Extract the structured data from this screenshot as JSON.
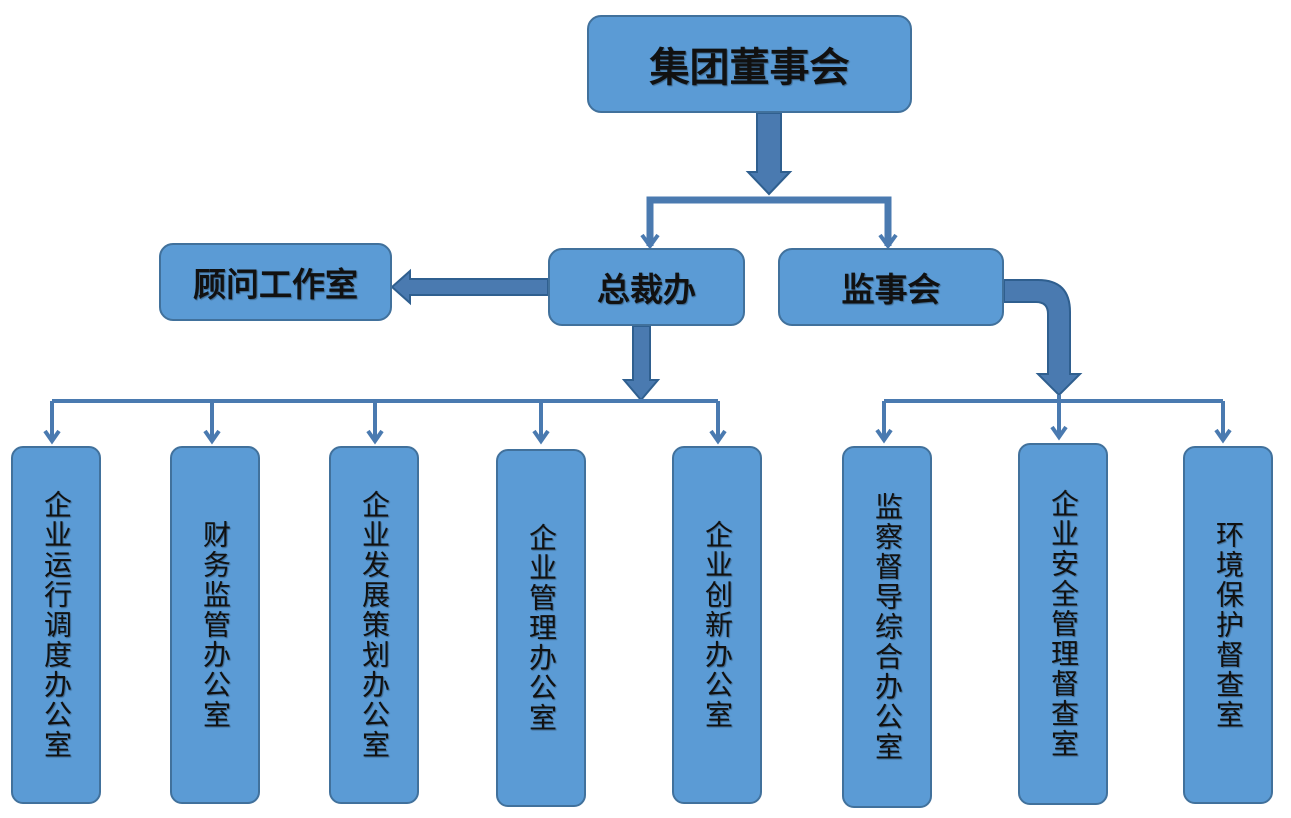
{
  "colors": {
    "box_fill": "#5b9bd5",
    "box_border": "#41719c",
    "connector": "#4a7ab0",
    "connector_outline": "#2f5f8f"
  },
  "nodes": {
    "board": "集团董事会",
    "advisor_office": "顾问工作室",
    "president_office": "总裁办",
    "supervisory_board": "监事会",
    "departments": [
      "企业运行调度办公室",
      "财务监管办公室",
      "企业发展策划办公室",
      "企业管理办公室",
      "企业创新办公室",
      "监察督导综合办公室",
      "企业安全管理督查室",
      "环境保护督查室"
    ]
  }
}
